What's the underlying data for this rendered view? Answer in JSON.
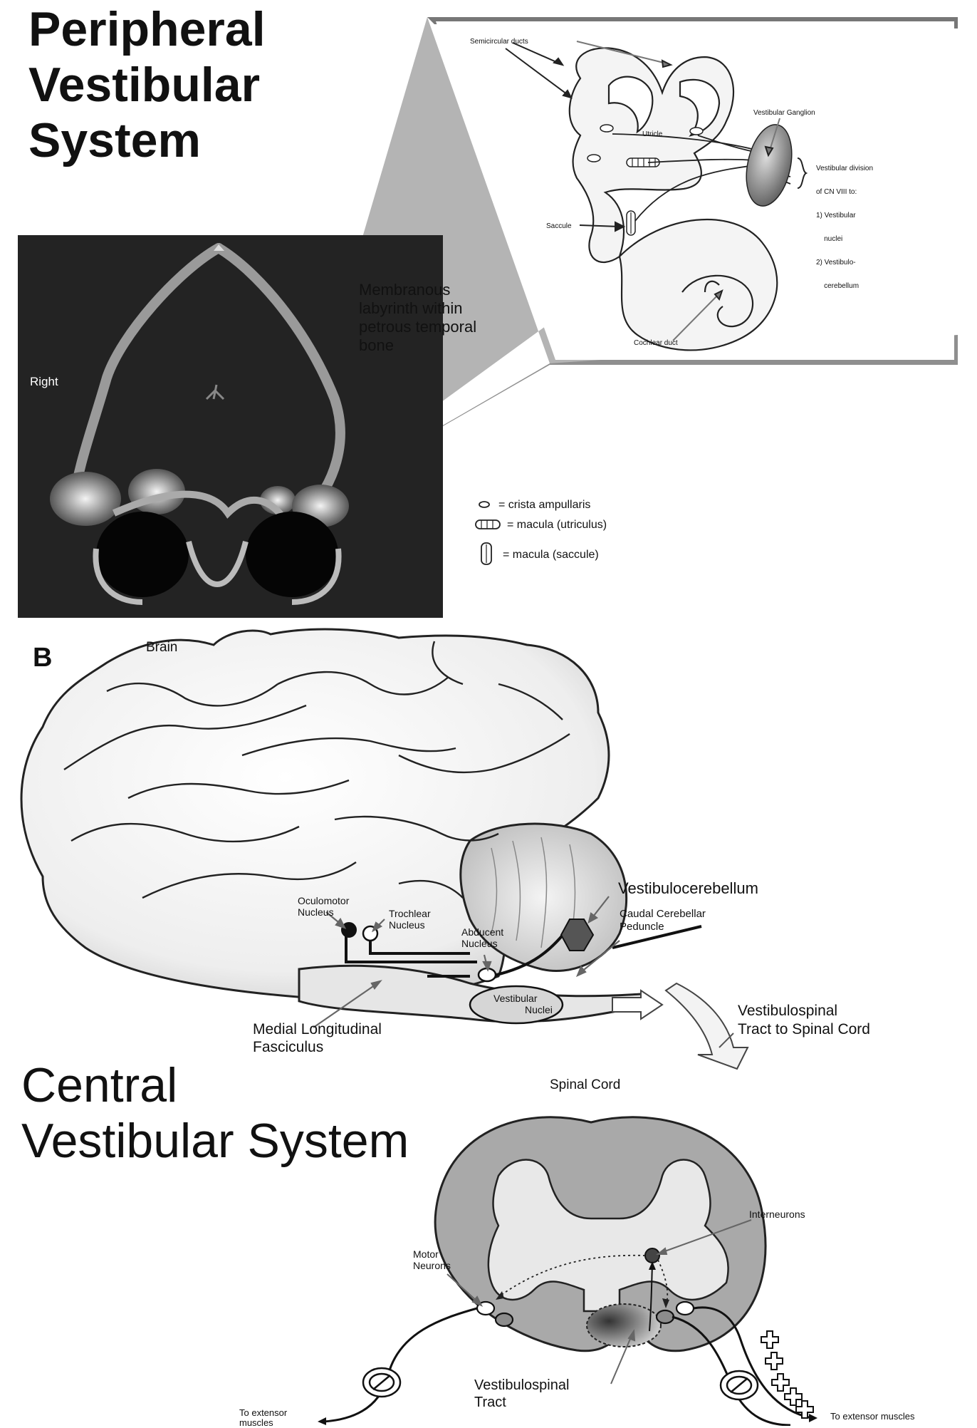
{
  "peripheral": {
    "title_lines": [
      "Peripheral",
      "Vestibular",
      "System"
    ],
    "ct_label_right": "Right",
    "callout_lines": [
      "Membranous",
      "labyrinth within",
      "petrous temporal",
      "bone"
    ],
    "inset": {
      "semicircular_ducts": "Semicircular ducts",
      "utricle": "Utricle",
      "vestibular_ganglion": "Vestibular Ganglion",
      "division_lines": [
        "Vestibular division",
        "of CN VIII to:",
        "1) Vestibular",
        "    nuclei",
        "2) Vestibulo-",
        "    cerebellum"
      ],
      "saccule": "Saccule",
      "cochlear_duct": "Cochlear duct"
    },
    "legend": [
      {
        "symbol": "crista",
        "text": "= crista ampullaris"
      },
      {
        "symbol": "utriculus",
        "text": "=  macula (utriculus)"
      },
      {
        "symbol": "saccule",
        "text": "=  macula (saccule)"
      }
    ]
  },
  "brain": {
    "panel_letter": "B",
    "brain_label": "Brain",
    "oculomotor": [
      "Oculomotor",
      "Nucleus"
    ],
    "trochlear": [
      "Trochlear",
      "Nucleus"
    ],
    "abducent": [
      "Abducent",
      "Nucleus"
    ],
    "vestibulocerebellum": "Vestibulocerebellum",
    "caudal_peduncle": [
      "Caudal Cerebellar",
      "Peduncle"
    ],
    "vestibular_nuclei": [
      "Vestibular",
      "Nuclei"
    ],
    "mlf": [
      "Medial Longitudinal",
      "Fasciculus"
    ],
    "vst_spinal": [
      "Vestibulospinal",
      "Tract to Spinal Cord"
    ]
  },
  "central": {
    "title_lines": [
      "Central",
      "Vestibular System"
    ],
    "spinal_cord_label": "Spinal Cord",
    "interneurons": "Interneurons",
    "motor_neurons": [
      "Motor",
      "Neurons"
    ],
    "vst_lines": [
      "Vestibulospinal",
      "Tract"
    ],
    "extensor_left": [
      "To extensor",
      "muscles"
    ],
    "extensor_right": "To extensor muscles"
  },
  "colors": {
    "panel_gray": "#9a9a9a",
    "dark_scan": "#1c1c1c",
    "cord_gray": "#a8a8a8",
    "cord_light": "#e6e6e6"
  }
}
